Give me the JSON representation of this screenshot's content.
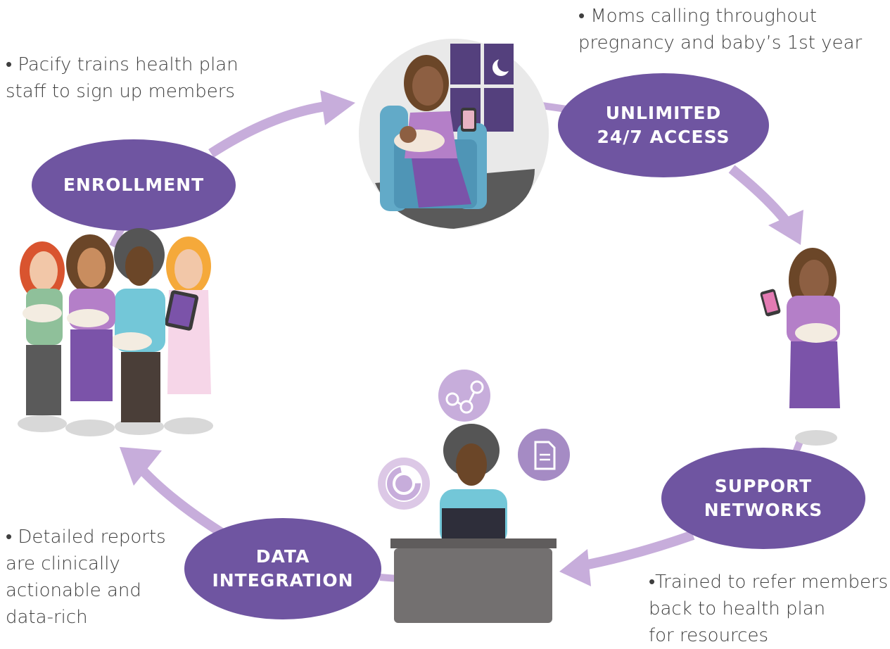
{
  "colors": {
    "oval": "#6f55a1",
    "arrow": "#c7addb",
    "text": "#3f3f3f",
    "purple_dress": "#7b53a9",
    "lilac_top": "#b47fc8",
    "skin": "#8d5f42",
    "hair": "#6b4628",
    "desk": "#737070"
  },
  "stages": {
    "enrollment": {
      "label": "ENROLLMENT"
    },
    "access": {
      "line1": "UNLIMITED",
      "line2": "24/7 ACCESS"
    },
    "support": {
      "line1": "SUPPORT",
      "line2": "NETWORKS"
    },
    "data": {
      "line1": "DATA",
      "line2": "INTEGRATION"
    }
  },
  "notes": {
    "enrollment": [
      "• Pacify trains health plan",
      "staff to sign up members"
    ],
    "access": [
      "• Moms calling throughout",
      "pregnancy and baby’s 1st year"
    ],
    "support": [
      "•Trained to refer members",
      "back to health plan",
      "for resources"
    ],
    "data": [
      "• Detailed reports",
      "are clinically",
      "actionable and",
      "data-rich"
    ]
  },
  "icons": {
    "share": "share-nodes-icon",
    "document": "document-icon",
    "donut": "donut-chart-icon",
    "moon": "crescent-moon-icon"
  }
}
